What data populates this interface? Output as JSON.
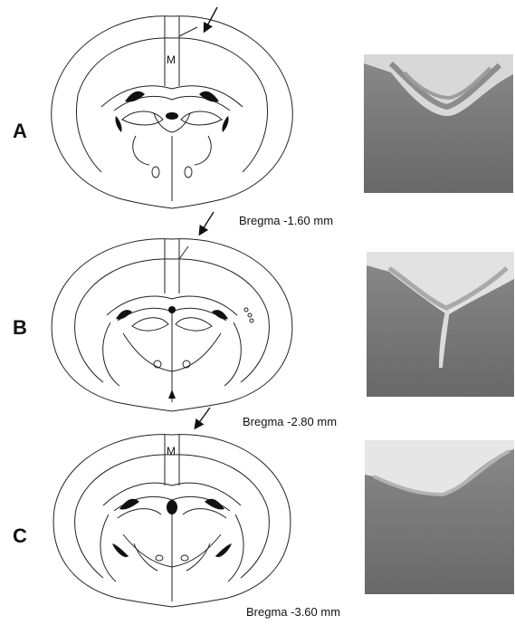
{
  "panels": [
    {
      "letter": "A",
      "bregma": "Bregma -1.60 mm",
      "region_label": "M"
    },
    {
      "letter": "B",
      "bregma": "Bregma -2.80 mm",
      "region_label": ""
    },
    {
      "letter": "C",
      "bregma": "Bregma -3.60 mm",
      "region_label": "M"
    }
  ]
}
